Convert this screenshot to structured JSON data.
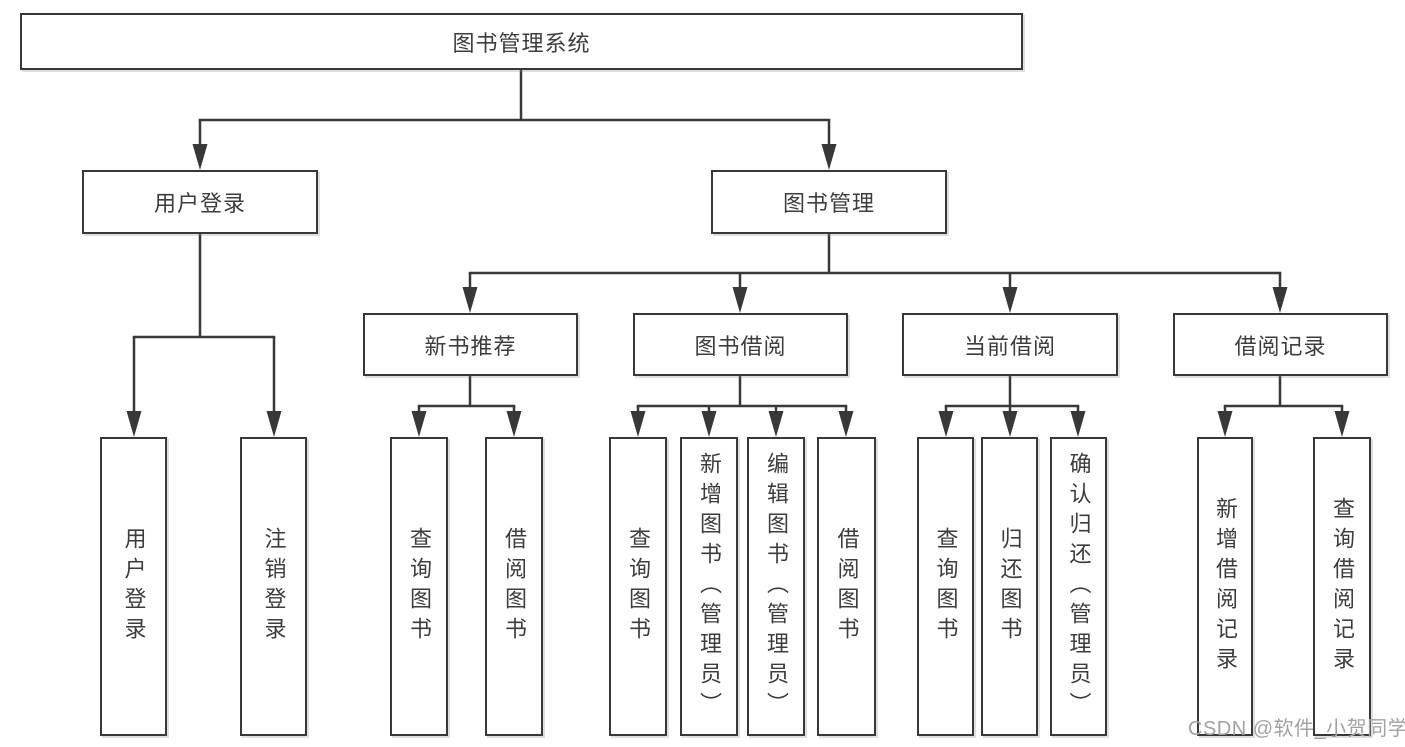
{
  "diagram_type": "tree",
  "tree": {
    "root": {
      "label": "图书管理系统"
    },
    "branches": [
      {
        "label": "用户登录",
        "children": [
          {
            "label": "用户登录"
          },
          {
            "label": "注销登录"
          }
        ]
      },
      {
        "label": "图书管理",
        "children": [
          {
            "label": "新书推荐",
            "children": [
              {
                "label": "查询图书"
              },
              {
                "label": "借阅图书"
              }
            ]
          },
          {
            "label": "图书借阅",
            "children": [
              {
                "label": "查询图书"
              },
              {
                "label": "新增图书（管理员）"
              },
              {
                "label": "编辑图书（管理员）"
              },
              {
                "label": "借阅图书"
              }
            ]
          },
          {
            "label": "当前借阅",
            "children": [
              {
                "label": "查询图书"
              },
              {
                "label": "归还图书"
              },
              {
                "label": "确认归还（管理员）"
              }
            ]
          },
          {
            "label": "借阅记录",
            "children": [
              {
                "label": "新增借阅记录"
              },
              {
                "label": "查询借阅记录"
              }
            ]
          }
        ]
      }
    ]
  },
  "watermark": {
    "text": "CSDN @软件_小贺同学"
  },
  "colors": {
    "line": "#383838",
    "text": "#3d3d3d",
    "bg": "#ffffff",
    "watermark": "#a2a2a2"
  }
}
